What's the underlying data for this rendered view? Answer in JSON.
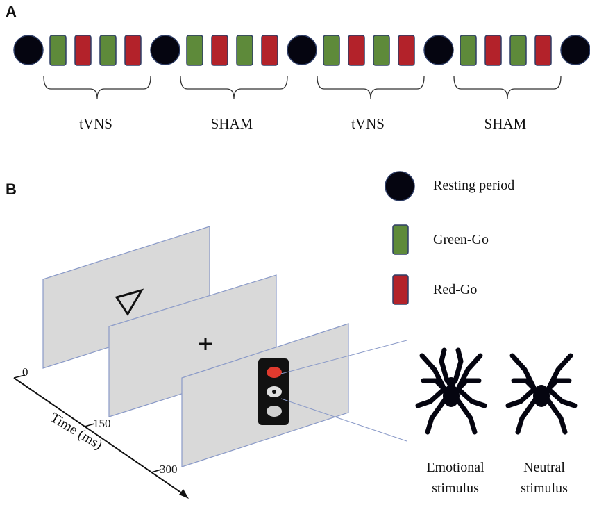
{
  "panel_a": {
    "label": "A",
    "groups": [
      {
        "label": "tVNS"
      },
      {
        "label": "SHAM"
      },
      {
        "label": "tVNS"
      },
      {
        "label": "SHAM"
      }
    ],
    "block_pattern": [
      "green",
      "red",
      "green",
      "red"
    ]
  },
  "panel_b": {
    "label": "B",
    "time_axis": {
      "title": "Time (ms)",
      "ticks": [
        "0",
        "150",
        "300"
      ]
    },
    "screens": [
      {
        "content": "triangle"
      },
      {
        "content": "+"
      },
      {
        "content": "traffic-light"
      }
    ],
    "stimuli": [
      {
        "line1": "Emotional",
        "line2": "stimulus"
      },
      {
        "line1": "Neutral",
        "line2": "stimulus"
      }
    ]
  },
  "legend": [
    {
      "shape": "circle",
      "label": "Resting period"
    },
    {
      "shape": "rect-green",
      "label": "Green-Go"
    },
    {
      "shape": "rect-red",
      "label": "Red-Go"
    }
  ],
  "colors": {
    "resting": "#050510",
    "green": "#5e8a3a",
    "red": "#b3222a",
    "border": "#2e3d66",
    "screen": "#d9d9d9",
    "screen_border": "#8a9ac8"
  }
}
